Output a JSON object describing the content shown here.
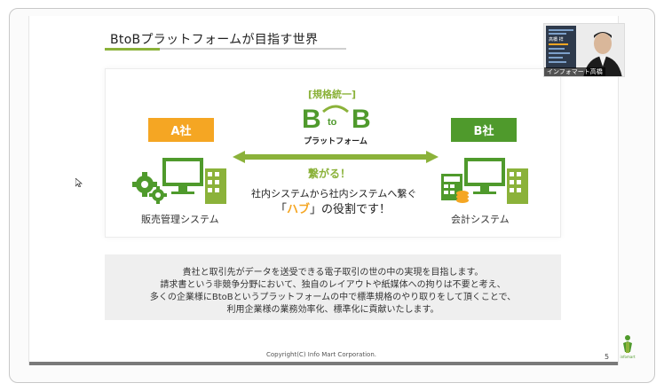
{
  "slide": {
    "title": "BtoBプラットフォームが目指す世界",
    "spec_label": "[規格統一]",
    "logo_text": "B to B",
    "logo_subtitle": "プラットフォーム",
    "company_a": "A社",
    "company_b": "B社",
    "connect_label": "繋がる！",
    "hub_line1": "社内システムから社内システムへ繋ぐ",
    "hub_line2_pre": "「",
    "hub_word": "ハブ",
    "hub_line2_post": "」の役割です！",
    "system_a": "販売管理システム",
    "system_b": "会計システム",
    "description": [
      "貴社と取引先がデータを送受できる電子取引の世の中の実現を目指します。",
      "請求書という非競争分野において、独自のレイアウトや紙媒体への拘りは不要と考え、",
      "多くの企業様にBtoBというプラットフォームの中で標準規格のやり取りをして頂くことで、",
      "利用企業様の業務効率化、標準化に貢献いたします。"
    ],
    "copyright": "Copyright(C) Info Mart Corporation.",
    "page_number": "5",
    "corp_logo_text": "infomart"
  },
  "video": {
    "participant_name": "インフォマート高橋",
    "poster_name": "高橋 祥"
  },
  "colors": {
    "accent_green": "#8bb23a",
    "dark_green": "#4f9a2c",
    "orange": "#f5a623"
  }
}
